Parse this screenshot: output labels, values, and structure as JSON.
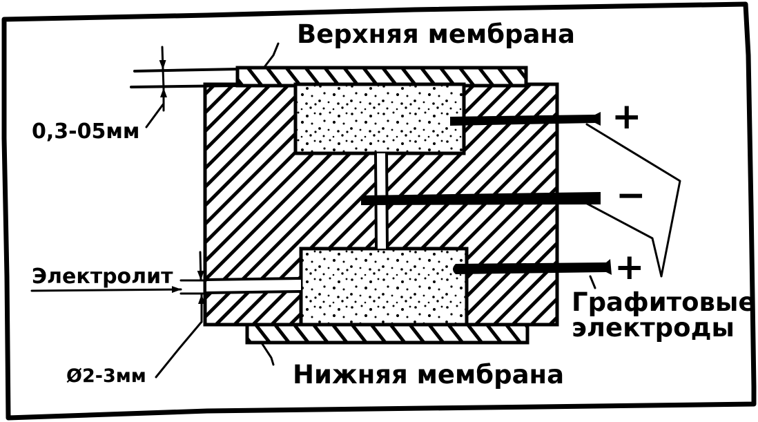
{
  "figure": {
    "type": "cross-section schematic",
    "subject": "graphite electrode cell with upper and lower membranes",
    "colors": {
      "ink": "#000000",
      "paper": "#ffffff"
    }
  },
  "labels": {
    "upper_membrane": "Верхняя мембрана",
    "lower_membrane": "Нижняя мембрана",
    "membrane_thickness": "0,3-05мм",
    "electrolyte": "Электролит",
    "channel_diameter": "Ø2-3мм",
    "graphite_electrodes_line1": "Графитовые",
    "graphite_electrodes_line2": "электроды"
  },
  "electrodes": [
    {
      "id": "top",
      "polarity": "+"
    },
    {
      "id": "middle",
      "polarity": "−"
    },
    {
      "id": "bottom",
      "polarity": "+"
    }
  ],
  "materials": {
    "body": "diagonal hatching",
    "membranes": "reverse diagonal hatching",
    "electrode_chambers": "stippled (porous fill)",
    "electrodes": "solid black rods"
  }
}
